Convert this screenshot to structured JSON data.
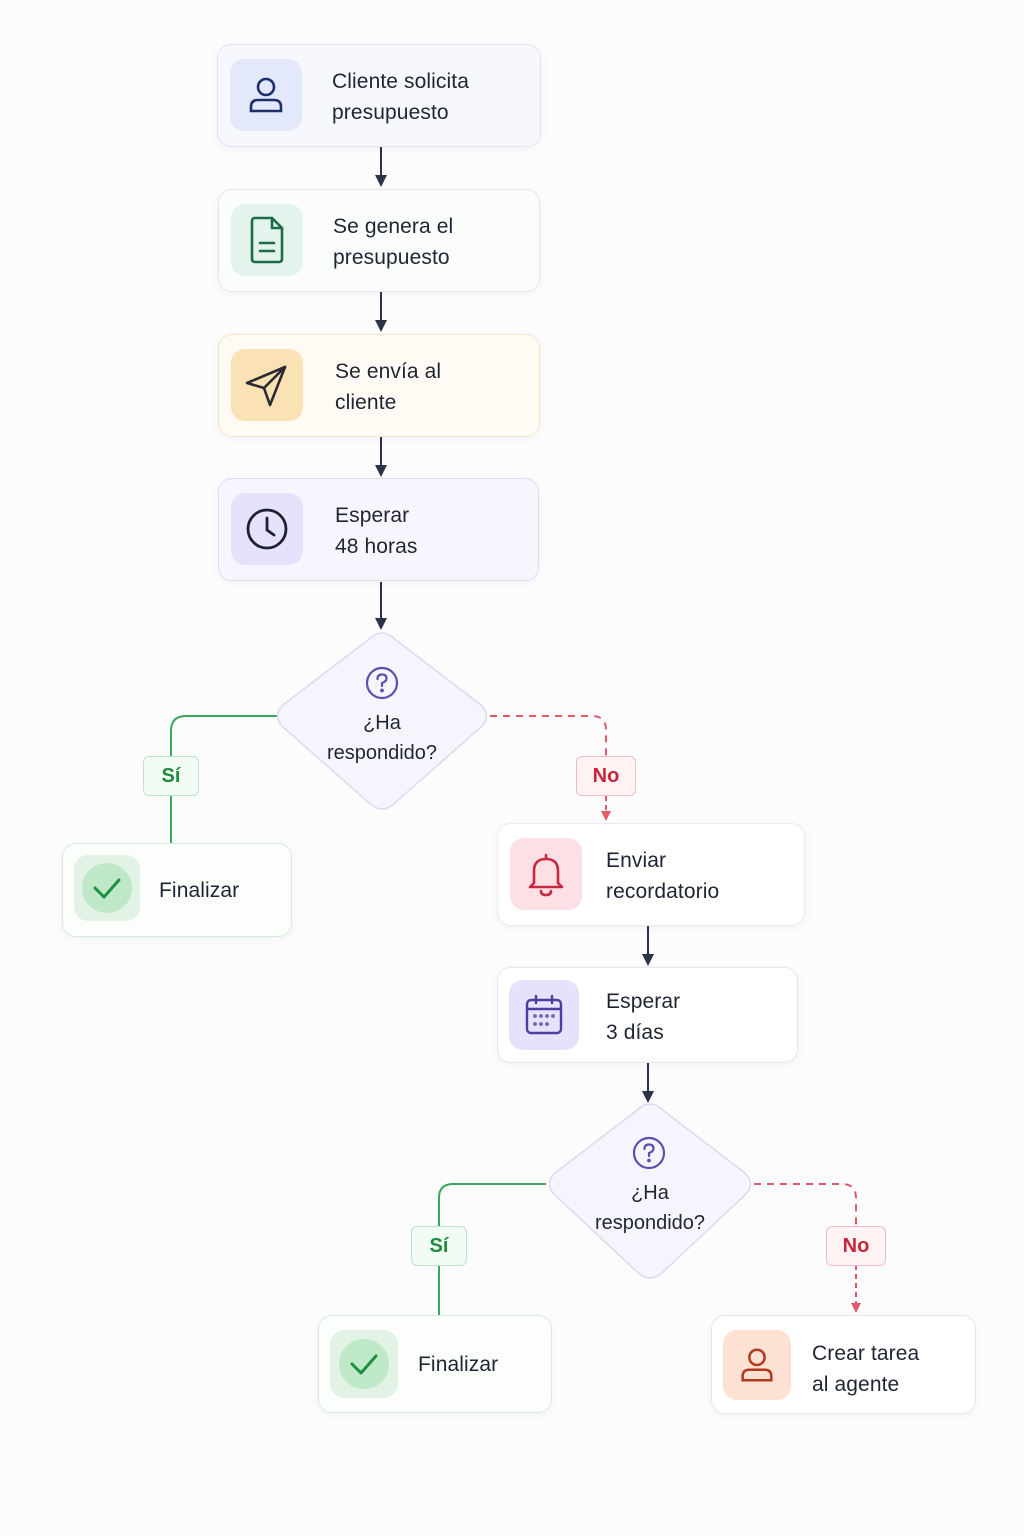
{
  "steps": {
    "request": {
      "line1": "Cliente solicita",
      "line2": "presupuesto",
      "icon": "user-icon"
    },
    "generate": {
      "line1": "Se genera el",
      "line2": "presupuesto",
      "icon": "document-icon"
    },
    "send": {
      "line1": "Se envía al",
      "line2": "cliente",
      "icon": "send-icon"
    },
    "wait48": {
      "line1": "Esperar",
      "line2": "48 horas",
      "icon": "clock-icon"
    },
    "reminder": {
      "line1": "Enviar",
      "line2": "recordatorio",
      "icon": "bell-icon"
    },
    "wait3": {
      "line1": "Esperar",
      "line2": "3 días",
      "icon": "calendar-icon"
    },
    "task": {
      "line1": "Crear tarea",
      "line2": "al agente",
      "icon": "user-icon"
    }
  },
  "decisions": {
    "first": {
      "line1": "¿Ha",
      "line2": "respondido?",
      "icon": "question-icon"
    },
    "second": {
      "line1": "¿Ha",
      "line2": "respondido?",
      "icon": "question-icon"
    }
  },
  "ends": {
    "first": {
      "label": "Finalizar",
      "icon": "check-icon"
    },
    "second": {
      "label": "Finalizar",
      "icon": "check-icon"
    }
  },
  "branch_labels": {
    "yes1": "Sí",
    "no1": "No",
    "yes2": "Sí",
    "no2": "No"
  },
  "colors": {
    "connector": "#2b3346",
    "yes_line": "#3aa85a",
    "no_line": "#e05a6a"
  }
}
